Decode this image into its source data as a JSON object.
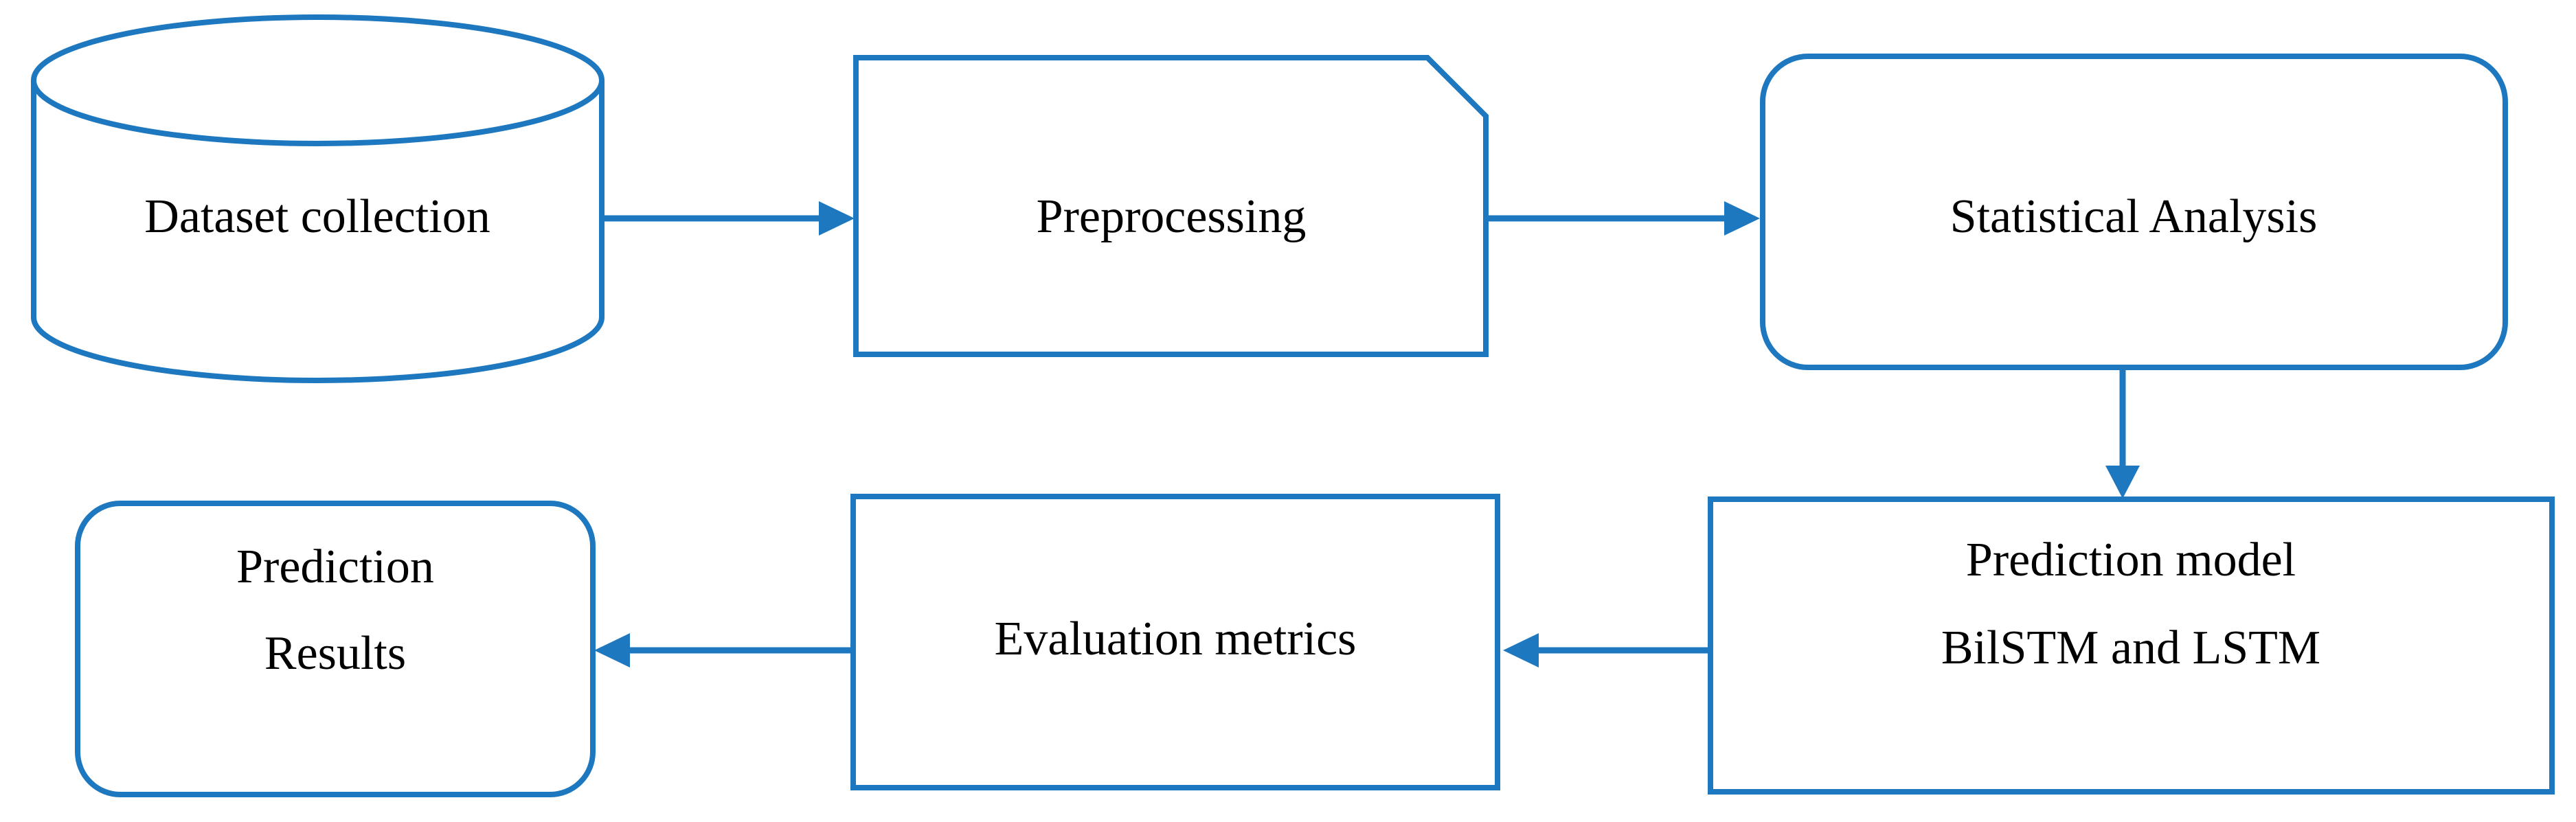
{
  "figure": {
    "type": "flowchart",
    "colors": {
      "shape_stroke": "#1e78c0",
      "arrow": "#1e78c0",
      "text": "#000000",
      "background": "#ffffff"
    },
    "nodes": {
      "dataset": {
        "shape": "cylinder",
        "label": "Dataset collection"
      },
      "preprocessing": {
        "shape": "card",
        "label": "Preprocessing"
      },
      "statistical": {
        "shape": "rounded-rectangle",
        "label": "Statistical Analysis"
      },
      "prediction_model": {
        "shape": "rectangle",
        "label_line1": "Prediction model",
        "label_line2": "BilSTM and LSTM"
      },
      "evaluation": {
        "shape": "rectangle",
        "label": "Evaluation metrics"
      },
      "results": {
        "shape": "rounded-rectangle",
        "label_line1": "Prediction",
        "label_line2": "Results"
      }
    },
    "edges": [
      {
        "from": "dataset",
        "to": "preprocessing",
        "direction": "right"
      },
      {
        "from": "preprocessing",
        "to": "statistical",
        "direction": "right"
      },
      {
        "from": "statistical",
        "to": "prediction_model",
        "direction": "down"
      },
      {
        "from": "prediction_model",
        "to": "evaluation",
        "direction": "left"
      },
      {
        "from": "evaluation",
        "to": "results",
        "direction": "left"
      }
    ]
  }
}
